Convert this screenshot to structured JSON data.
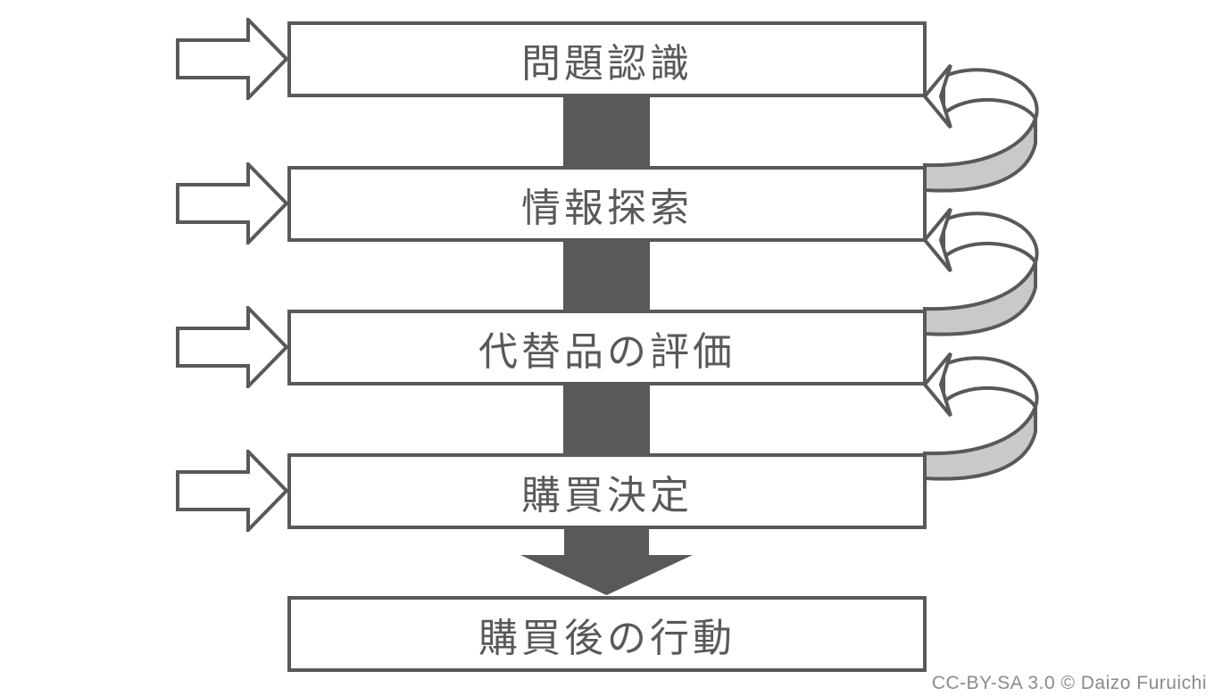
{
  "diagram": {
    "stages": [
      {
        "label": "問題認識"
      },
      {
        "label": "情報探索"
      },
      {
        "label": "代替品の評価"
      },
      {
        "label": "購買決定"
      },
      {
        "label": "購買後の行動"
      }
    ],
    "icons": {
      "input_arrow": "block-arrow-right-outline",
      "flow_connector": "solid-bar-down",
      "final_flow_connector": "solid-block-arrow-down",
      "feedback_loop": "loop-back-3d-arrow"
    },
    "colors": {
      "outline": "#595959",
      "shape_fill": "#ffffff",
      "connector_fill": "#595959",
      "loop_band_fill": "#c9c9c9",
      "label_text": "#595959",
      "credit_text": "#8a8a8a",
      "background": "#ffffff"
    },
    "credit": "CC-BY-SA 3.0 © Daizo Furuichi"
  }
}
